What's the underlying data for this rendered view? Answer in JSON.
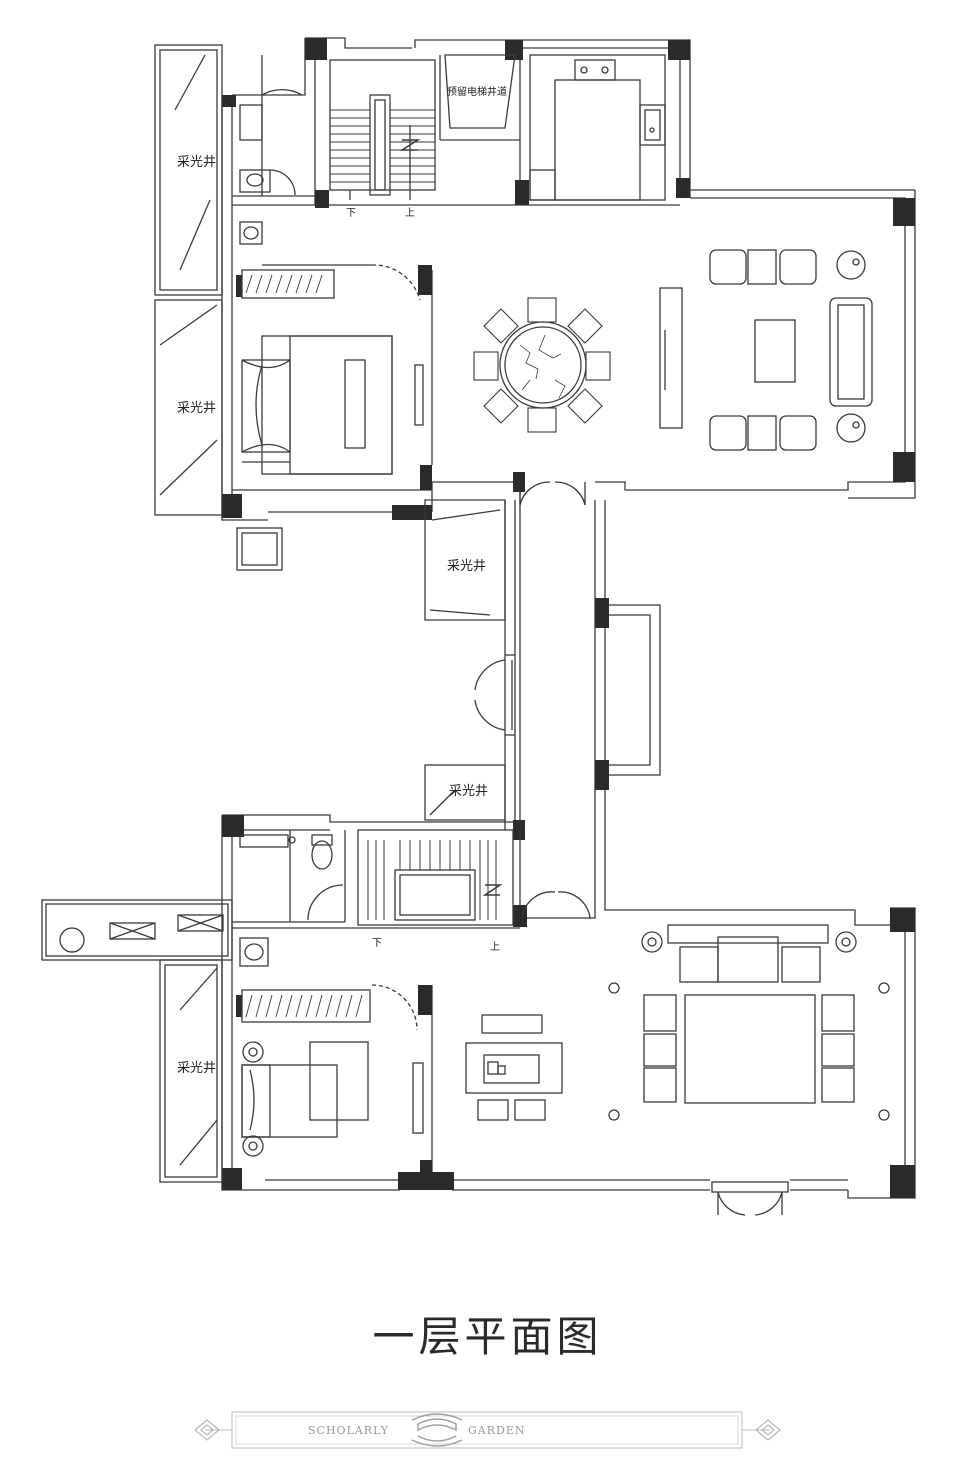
{
  "labels": {
    "skylight_1": "采光井",
    "skylight_2": "采光井",
    "skylight_3": "采光井",
    "skylight_4": "采光井",
    "skylight_5": "采光井",
    "elevator": "预留电梯井道",
    "stair_down_1": "下",
    "stair_up_1": "上",
    "stair_down_2": "下",
    "stair_up_2": "上"
  },
  "title": "一层平面图",
  "brand": {
    "left": "SCHOLARLY",
    "right": "GARDEN"
  },
  "colors": {
    "wall": "#2b2b2b",
    "line": "#3a3a3a",
    "brand": "#9a9a9a"
  }
}
